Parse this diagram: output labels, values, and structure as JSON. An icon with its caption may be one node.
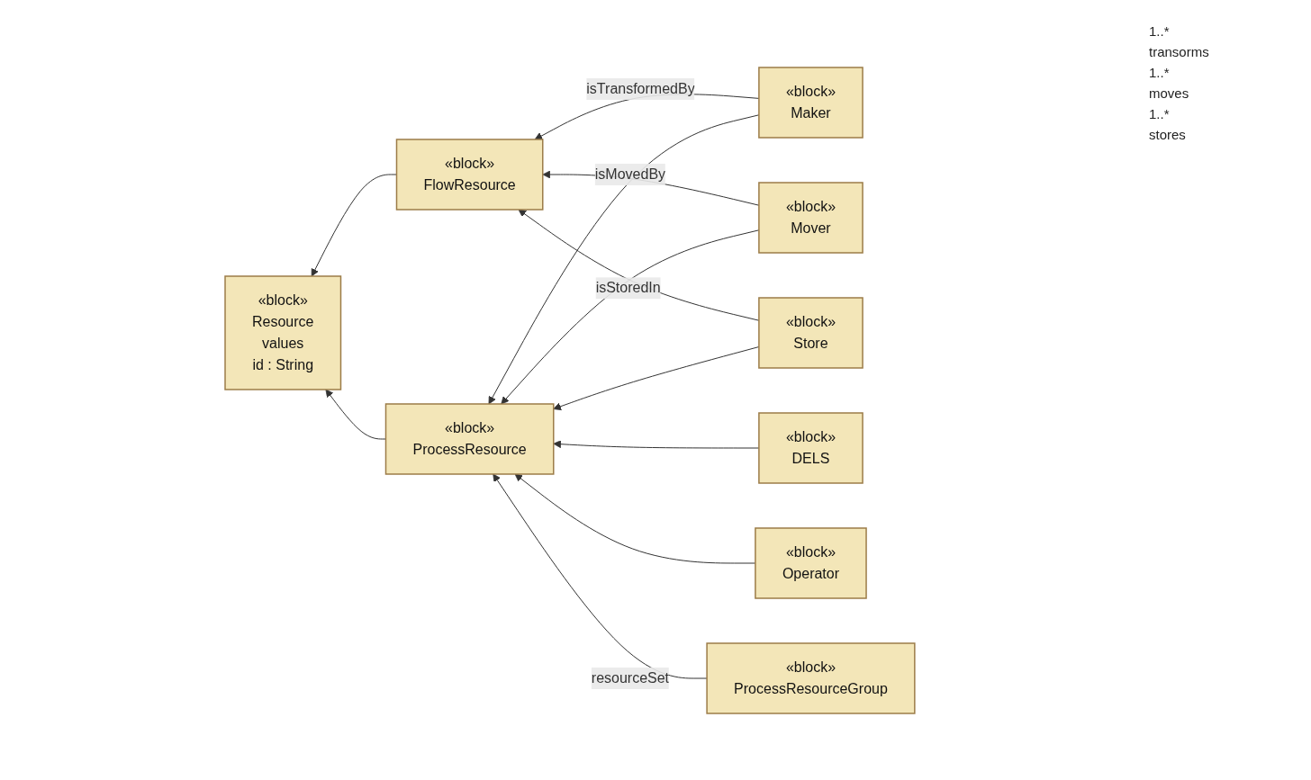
{
  "diagram": {
    "nodes": [
      {
        "text": [
          "«block»",
          "FlowResource"
        ]
      },
      {
        "text": [
          "«block»",
          "Resource",
          "values",
          "id : String"
        ]
      },
      {
        "text": [
          "«block»",
          "ProcessResource"
        ]
      },
      {
        "text": [
          "«block»",
          "Maker"
        ]
      },
      {
        "text": [
          "«block»",
          "Mover"
        ]
      },
      {
        "text": [
          "«block»",
          "ProcessResourceGroup"
        ]
      },
      {
        "text": [
          "«block»",
          "Store"
        ]
      },
      {
        "text": [
          "«block»",
          "DELS"
        ]
      },
      {
        "text": [
          "«block»",
          "Operator"
        ]
      }
    ],
    "edges": [
      {
        "from": 6,
        "to": 0,
        "arrow": "to",
        "label": "isStoredIn"
      },
      {
        "from": 4,
        "to": 0,
        "arrow": "to",
        "label": "isMovedBy"
      },
      {
        "from": 3,
        "to": 0,
        "arrow": "to",
        "label": "isTransformedBy"
      },
      {
        "from": 0,
        "to": 1,
        "arrow": "to"
      },
      {
        "from": 2,
        "to": 1,
        "arrow": "to"
      },
      {
        "from": 3,
        "to": 2,
        "arrow": "to"
      },
      {
        "from": 7,
        "to": 2,
        "arrow": "to"
      },
      {
        "from": 4,
        "to": 2,
        "arrow": "to"
      },
      {
        "from": 6,
        "to": 2,
        "arrow": "to"
      },
      {
        "from": 8,
        "to": 2,
        "arrow": "to"
      },
      {
        "from": 5,
        "to": 2,
        "arrow": "to",
        "label": "resourceSet"
      }
    ],
    "labels": [
      "1..*",
      "transorms",
      "1..*",
      "moves",
      "1..*",
      "stores"
    ]
  }
}
